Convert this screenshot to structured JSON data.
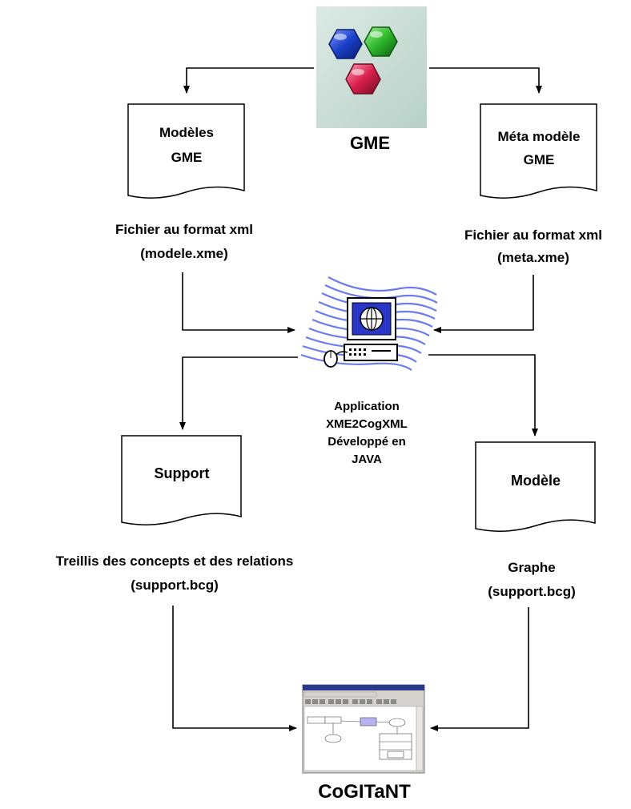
{
  "gme": {
    "label": "GME",
    "logo_icon": "gme-hexagon-logo-icon",
    "colors": {
      "blue": "#1a3fc8",
      "green": "#2db82b",
      "red": "#d8204a",
      "background": "#c8dcd4"
    }
  },
  "docs": {
    "models": {
      "line1": "Modèles",
      "line2": "GME"
    },
    "metamodel": {
      "line1": "Méta modèle",
      "line2": "GME"
    },
    "support": {
      "label": "Support"
    },
    "model": {
      "label": "Modèle"
    }
  },
  "files": {
    "modele": {
      "line1": "Fichier au format xml",
      "line2": "(modele.xme)"
    },
    "meta": {
      "line1": "Fichier au format xml",
      "line2": "(meta.xme)"
    },
    "support": {
      "line1": "Treillis des concepts et des relations",
      "line2": "(support.bcg)"
    },
    "graph": {
      "line1": "Graphe",
      "line2": "(support.bcg)"
    }
  },
  "app": {
    "icon": "computer-globe-icon",
    "line1": "Application",
    "line2": "XME2CogXML",
    "line3": "Développé en",
    "line4": "JAVA",
    "colors": {
      "waves": "#6a7cf0",
      "screen": "#2a36c8"
    }
  },
  "cogitant": {
    "label": "CoGITaNT",
    "screenshot_icon": "cogitant-screenshot-icon"
  }
}
